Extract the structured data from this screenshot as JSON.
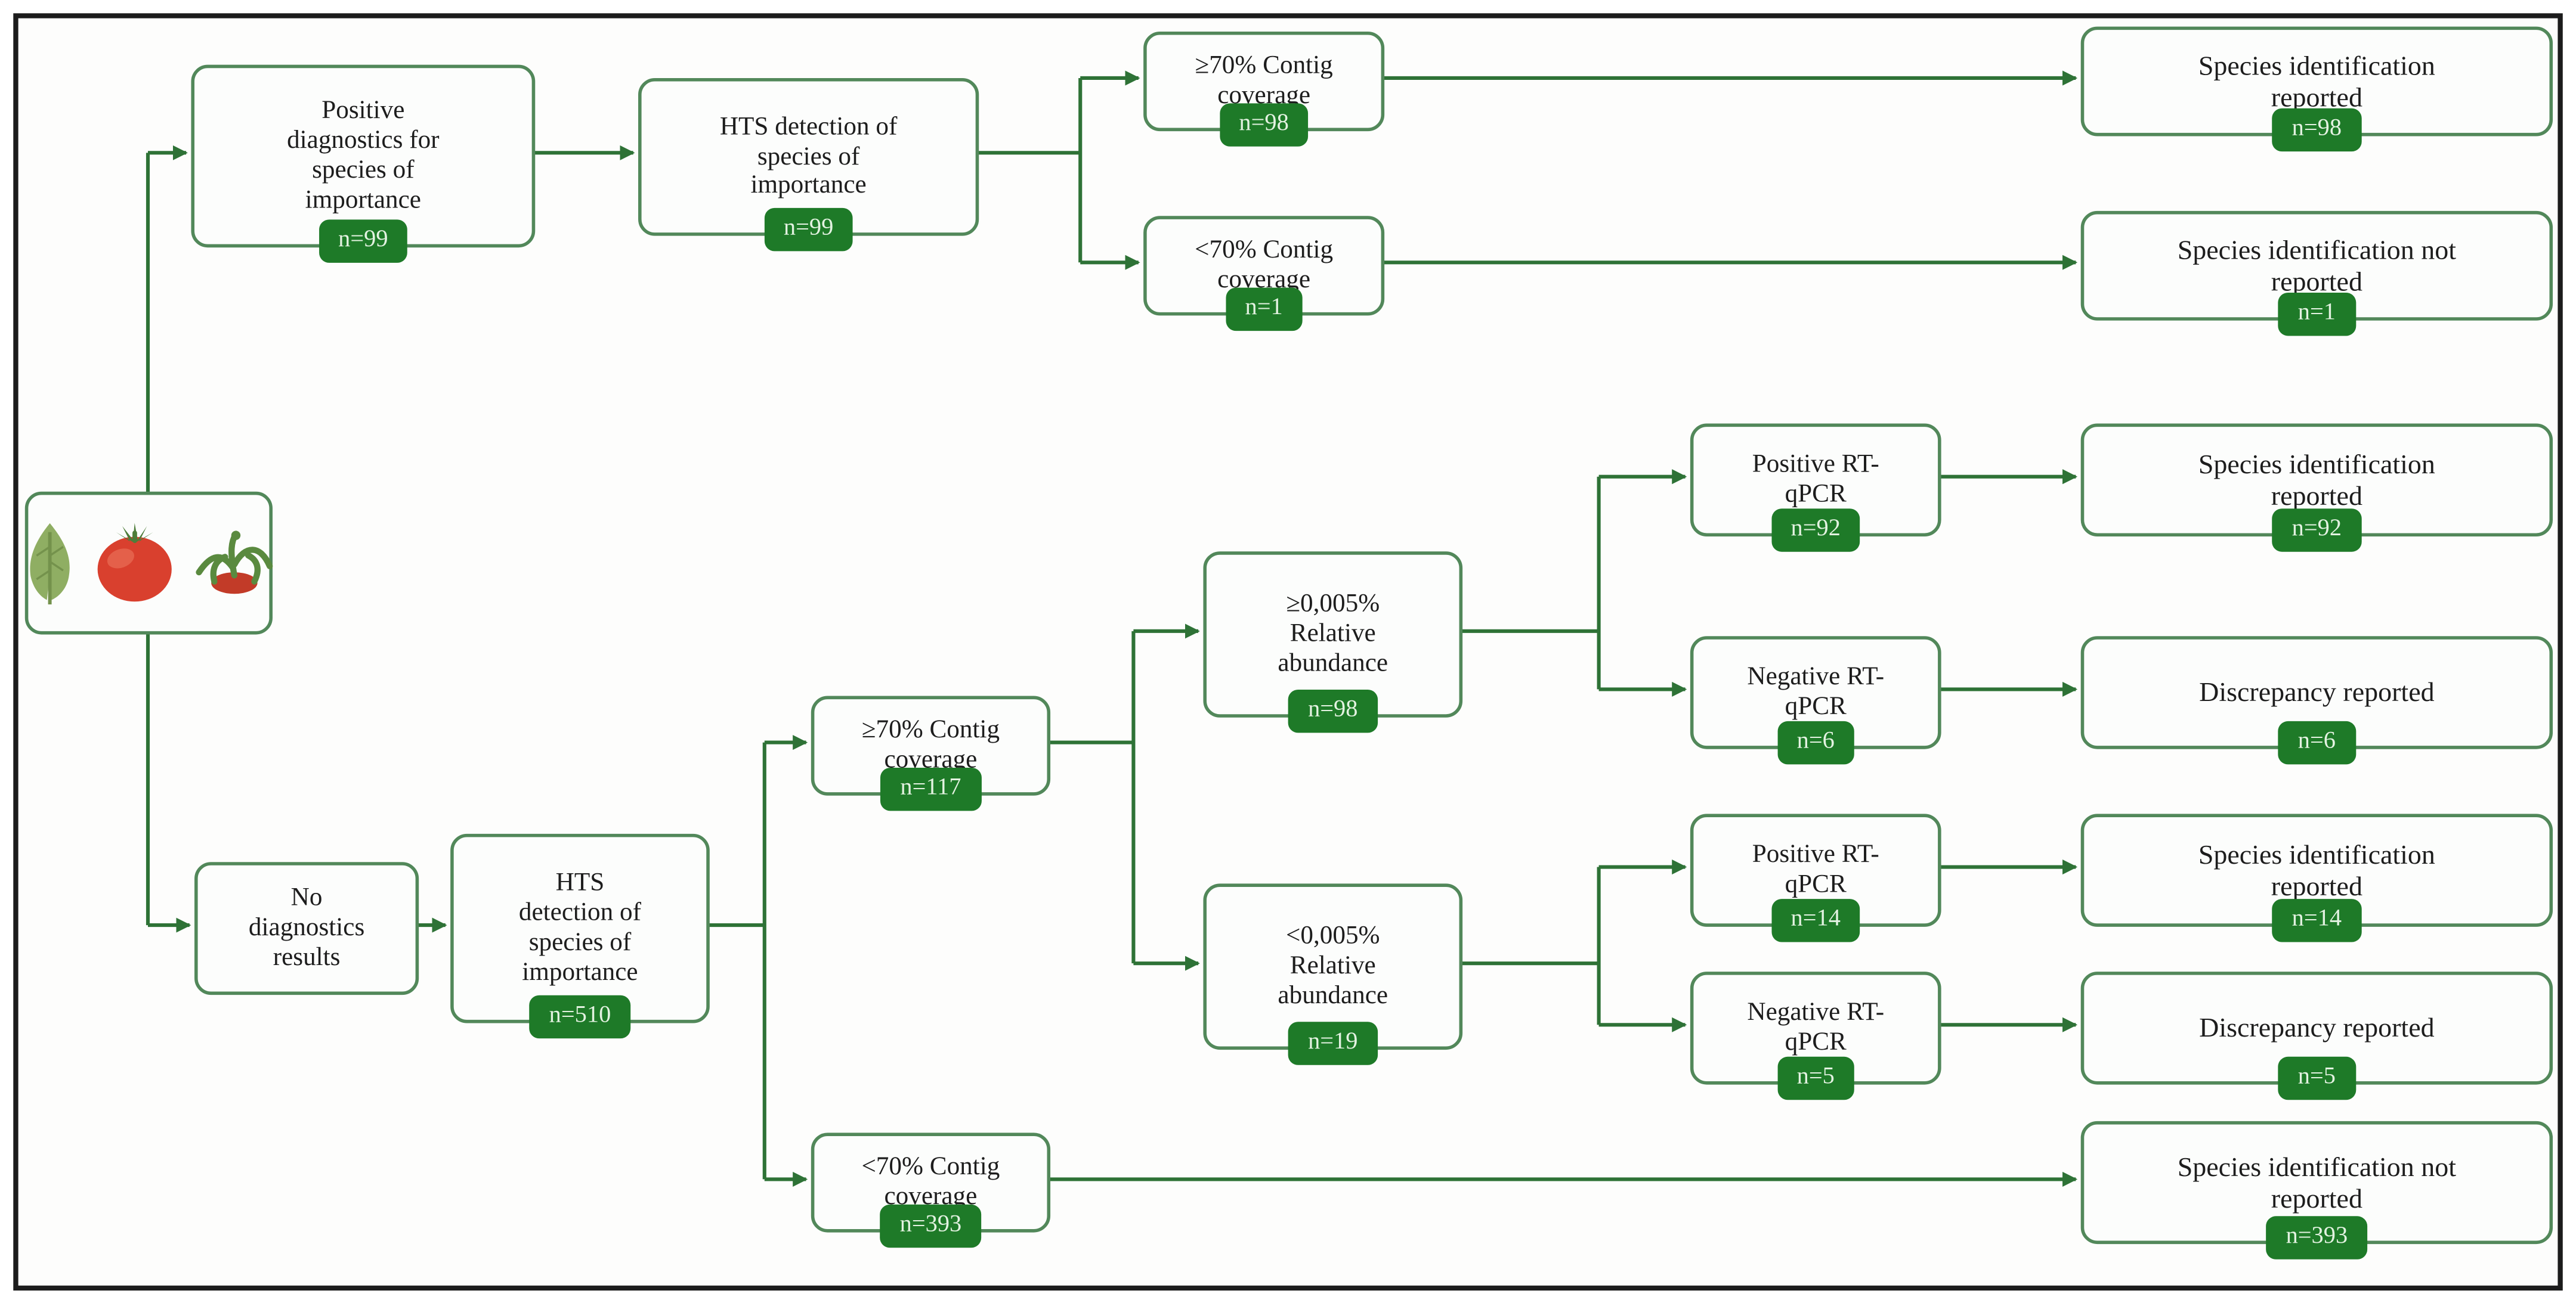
{
  "figure": {
    "type": "flowchart",
    "description": "Decision tree for HTS detection and species identification reporting in tomato samples"
  },
  "colors": {
    "box_border_green": "#52885a",
    "badge_green": "#1e7a28",
    "badge_text": "#e3f2e1",
    "line_green": "#2e7236",
    "frame_border": "#1c1c1c",
    "text": "#1d1d1d",
    "tomato_red": "#d9402e",
    "leaf_green": "#8fae63"
  },
  "root": {
    "icons": [
      "tomato-leaf-icon",
      "tomato-icon",
      "tomato-calyx-icon"
    ]
  },
  "nodes": {
    "pos_diag": {
      "label": "Positive\ndiagnostics for\nspecies of\nimportance",
      "n": "n=99"
    },
    "hts_top": {
      "label": "HTS detection of\nspecies of\nimportance",
      "n": "n=99"
    },
    "ge70_top": {
      "label": "≥70% Contig\ncoverage",
      "n": "n=98"
    },
    "lt70_top": {
      "label": "<70% Contig\ncoverage",
      "n": "n=1"
    },
    "sp_rep_top": {
      "label": "Species identification\nreported",
      "n": "n=98"
    },
    "sp_notrep_top": {
      "label": "Species identification not\nreported",
      "n": "n=1"
    },
    "no_diag": {
      "label": "No\ndiagnostics\nresults"
    },
    "hts_bottom": {
      "label": "HTS\ndetection of\nspecies of\nimportance",
      "n": "n=510"
    },
    "ge70_b": {
      "label": "≥70% Contig\ncoverage",
      "n": "n=117"
    },
    "lt70_b": {
      "label": "<70% Contig\ncoverage",
      "n": "n=393"
    },
    "relab_ge": {
      "label": "≥0,005%\nRelative\nabundance",
      "n": "n=98"
    },
    "relab_lt": {
      "label": "<0,005%\nRelative\nabundance",
      "n": "n=19"
    },
    "pos_rt1": {
      "label": "Positive RT-\nqPCR",
      "n": "n=92"
    },
    "neg_rt1": {
      "label": "Negative RT-\nqPCR",
      "n": "n=6"
    },
    "sp_rep_92": {
      "label": "Species identification\nreported",
      "n": "n=92"
    },
    "disc_6": {
      "label": "Discrepancy reported",
      "n": "n=6"
    },
    "pos_rt2": {
      "label": "Positive RT-\nqPCR",
      "n": "n=14"
    },
    "neg_rt2": {
      "label": "Negative RT-\nqPCR",
      "n": "n=5"
    },
    "sp_rep_14": {
      "label": "Species identification\nreported",
      "n": "n=14"
    },
    "disc_5": {
      "label": "Discrepancy reported",
      "n": "n=5"
    },
    "sp_notrep_393": {
      "label": "Species identification not\nreported",
      "n": "n=393"
    }
  }
}
